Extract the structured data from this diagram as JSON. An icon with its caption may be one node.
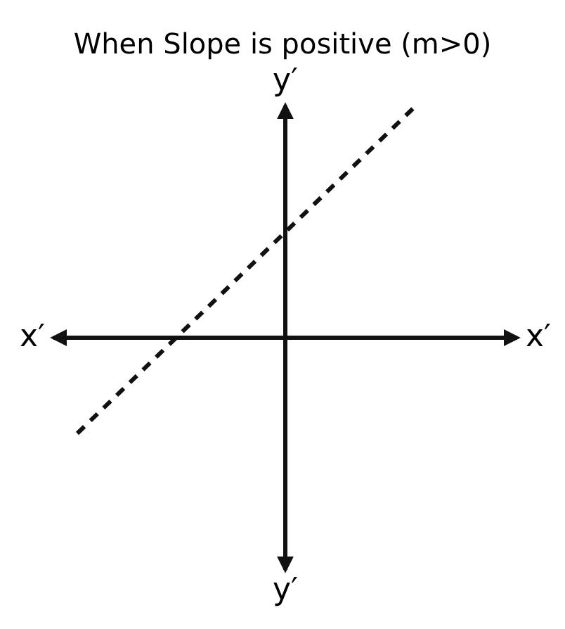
{
  "diagram": {
    "title": "When Slope is positive (m>0)",
    "labels": [
      "y′",
      "x′",
      "x′",
      "y′"
    ]
  }
}
